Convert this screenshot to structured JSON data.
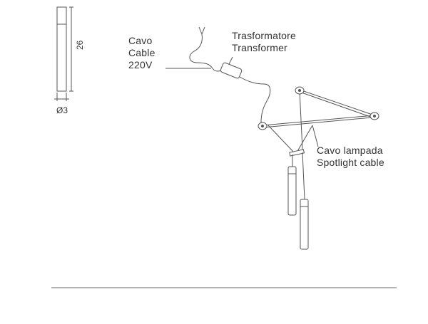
{
  "dimensions": {
    "height": "26",
    "diameter": "Ø3"
  },
  "labels": {
    "cable": [
      "Cavo",
      "Cable",
      "220V"
    ],
    "transformer": [
      "Trasformatore",
      "Transformer"
    ],
    "spotlight_cable": [
      "Cavo lampada",
      "Spotlight cable"
    ]
  },
  "colors": {
    "line": "#555555",
    "text": "#333333",
    "rule": "#888888"
  }
}
